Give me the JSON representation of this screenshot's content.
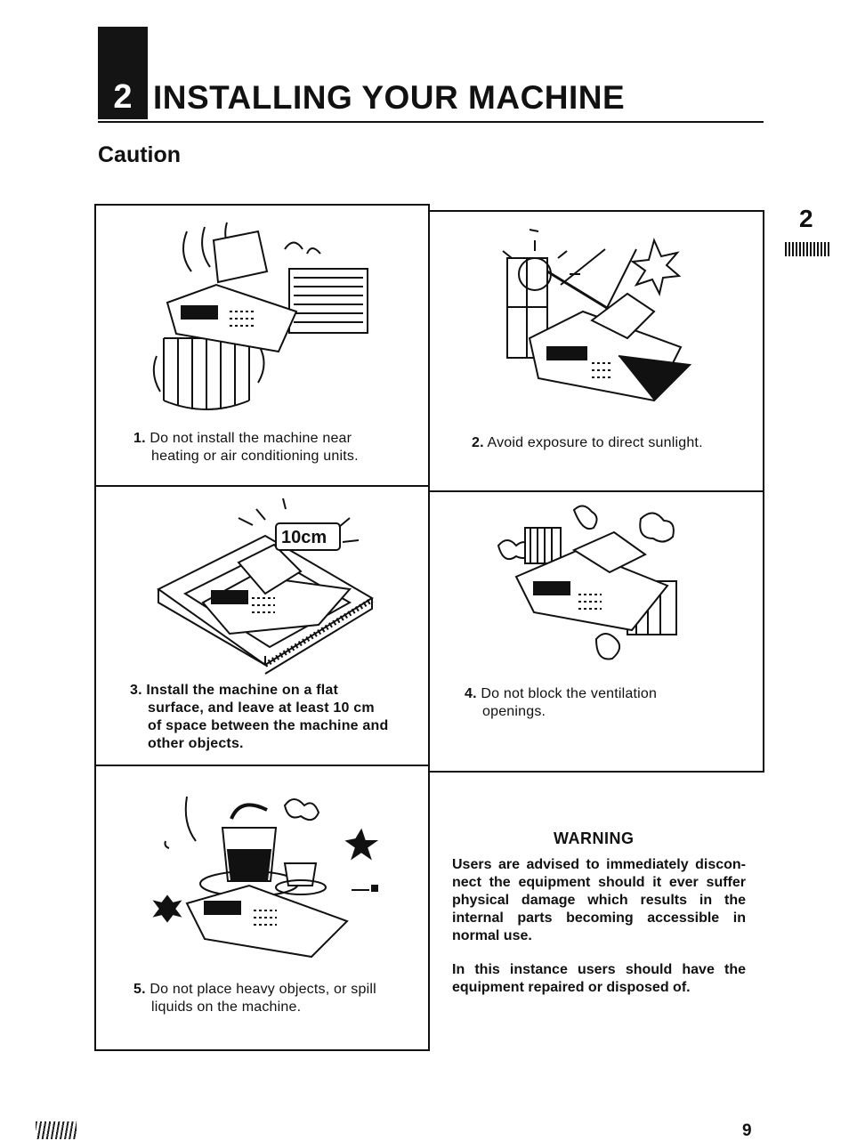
{
  "header": {
    "chapter_number": "2",
    "title": "INSTALLING YOUR MACHINE",
    "section": "Caution"
  },
  "side_tab": {
    "chapter": "2"
  },
  "cautions": [
    {
      "number": "1.",
      "line1": "Do not install the machine near",
      "line2": "heating or air conditioning units."
    },
    {
      "number": "2.",
      "line1": "Avoid exposure to direct sunlight.",
      "line2": ""
    },
    {
      "number": "3.",
      "line1": "Install the machine on a flat",
      "line2": "surface, and leave at least 10 cm",
      "line3": "of space between the machine and",
      "line4": "other objects."
    },
    {
      "number": "4.",
      "line1": "Do not block the ventilation",
      "line2": "openings."
    },
    {
      "number": "5.",
      "line1": "Do not place heavy objects, or spill",
      "line2": "liquids on the machine."
    }
  ],
  "illustration_label": "10cm",
  "warning": {
    "title": "WARNING",
    "paragraph1": "Users are advised to immediately discon-nect the equipment should it ever suffer physical damage which results in the internal parts becoming accessible in normal use.",
    "paragraph2": "In this instance users should have the equipment repaired or disposed of."
  },
  "footer": {
    "page_number": "9"
  }
}
